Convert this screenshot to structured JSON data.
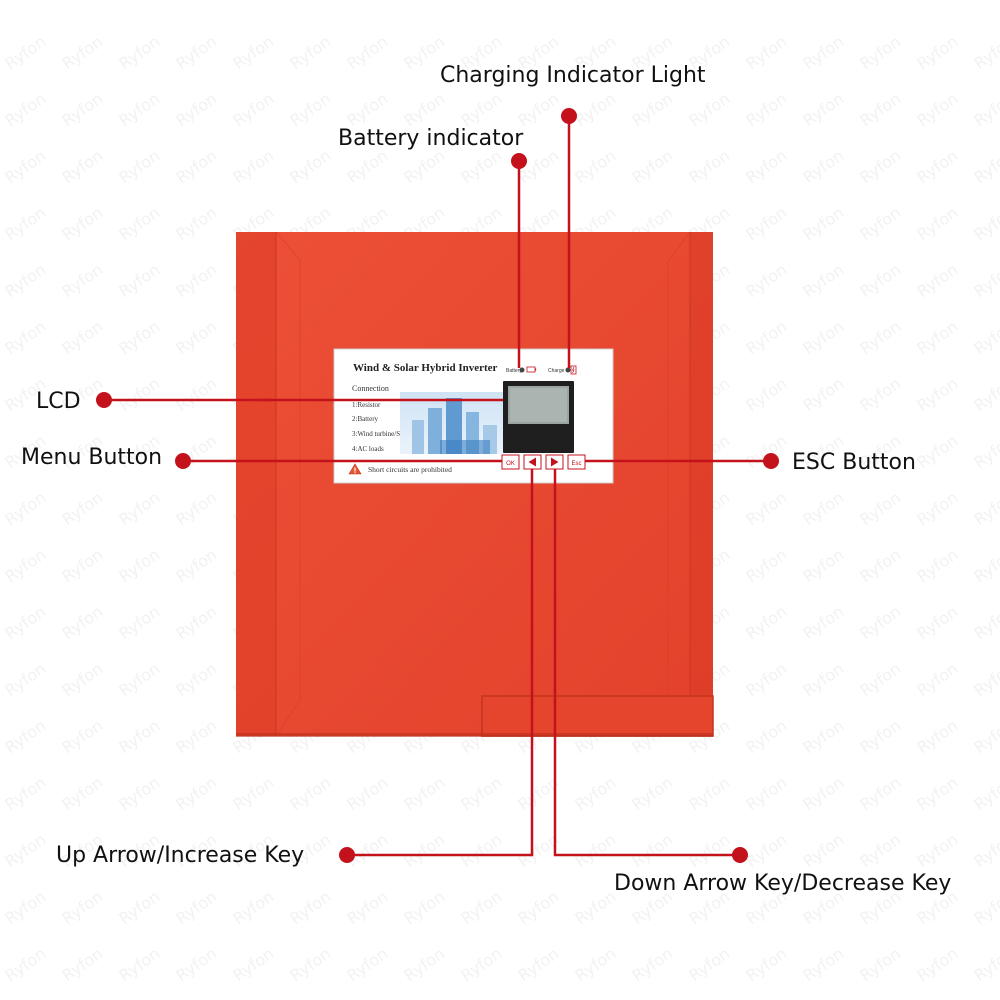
{
  "callouts": {
    "charging_indicator": "Charging Indicator Light",
    "battery_indicator": "Battery indicator",
    "lcd": "LCD",
    "menu_button": "Menu Button",
    "esc_button": "ESC Button",
    "up_arrow": "Up Arrow/Increase Key",
    "down_arrow": "Down Arrow Key/Decrease Key"
  },
  "panel": {
    "title": "Wind & Solar Hybrid Inverter",
    "battery_label": "Battery",
    "charge_label": "Charge",
    "connection_heading": "Connection",
    "connections": [
      "1:Resistor",
      "2:Battery",
      "3:Wind turbine/Solar",
      "4:AC loads"
    ],
    "warning": "Short circuits are prohibited",
    "ok_key": "OK",
    "esc_key": "Esc"
  },
  "watermark": "Ryfon",
  "colors": {
    "body": "#e8462f",
    "callout_line": "#c4121c",
    "panel_blue": "#3a7fc1"
  },
  "icons": [
    "warning-triangle-icon",
    "left-arrow-icon",
    "right-arrow-icon",
    "battery-icon",
    "charge-icon"
  ]
}
